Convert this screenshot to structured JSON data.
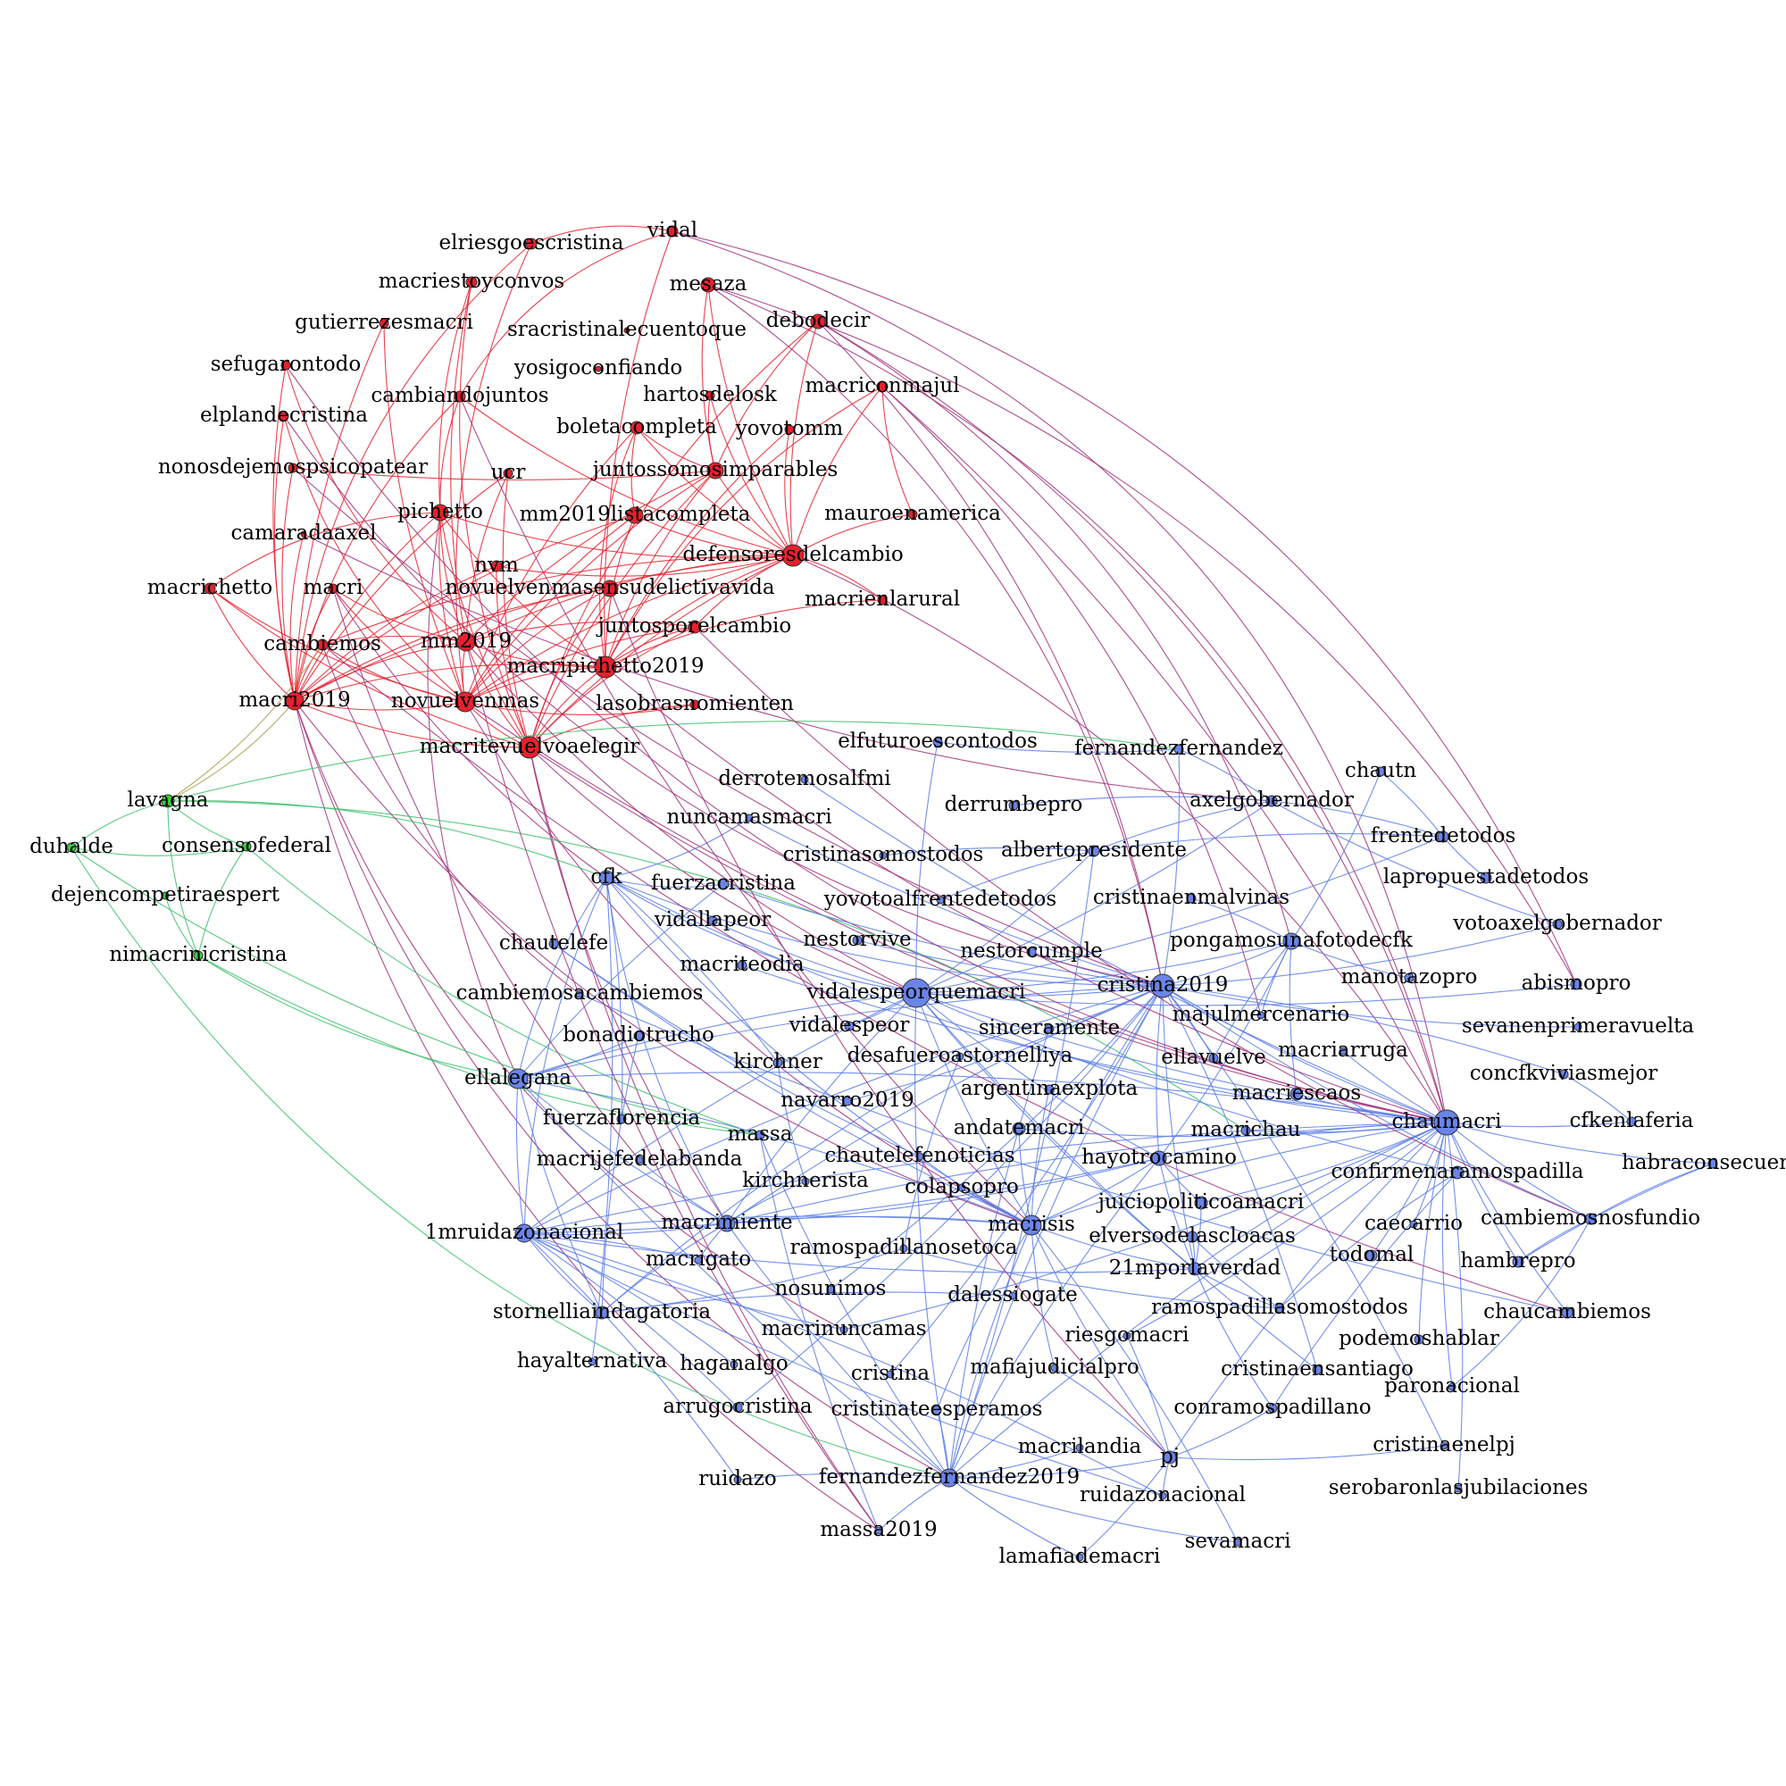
{
  "colors": {
    "red": "#e8202d",
    "blue": "#6a84e8",
    "green": "#40c940",
    "edge_red": "#e8202d",
    "edge_blue": "#5b7ce6",
    "edge_green": "#3cbf6a",
    "edge_purple": "#a0307a"
  },
  "graph": {
    "nodes": [
      {
        "id": "vidal",
        "label": "vidal",
        "group": "red"
      },
      {
        "id": "elriesgoescristina",
        "label": "elriesgoescristina",
        "group": "red"
      },
      {
        "id": "macriestoyconvos",
        "label": "macriestoyconvos",
        "group": "red"
      },
      {
        "id": "mesaza",
        "label": "mesaza",
        "group": "red"
      },
      {
        "id": "gutierrezesmacri",
        "label": "gutierrezesmacri",
        "group": "red"
      },
      {
        "id": "sracristinalecuentoque",
        "label": "sracristinalecuentoque",
        "group": "red"
      },
      {
        "id": "debodecir",
        "label": "debodecir",
        "group": "red"
      },
      {
        "id": "sefugarontodo",
        "label": "sefugarontodo",
        "group": "red"
      },
      {
        "id": "yosigoconfiando",
        "label": "yosigoconfiando",
        "group": "red"
      },
      {
        "id": "macriconmajul",
        "label": "macriconmajul",
        "group": "red"
      },
      {
        "id": "cambiandojuntos",
        "label": "cambiandojuntos",
        "group": "red"
      },
      {
        "id": "hartosdelosk",
        "label": "hartosdelosk",
        "group": "red"
      },
      {
        "id": "elplandecristina",
        "label": "elplandecristina",
        "group": "red"
      },
      {
        "id": "boletacompleta",
        "label": "boletacompleta",
        "group": "red"
      },
      {
        "id": "yovotomm",
        "label": "yovotomm",
        "group": "red"
      },
      {
        "id": "nonosdejemospsicopatear",
        "label": "nonosdejemospsicopatear",
        "group": "red"
      },
      {
        "id": "juntossomosimparables",
        "label": "juntossomosimparables",
        "group": "red"
      },
      {
        "id": "ucr",
        "label": "ucr",
        "group": "red"
      },
      {
        "id": "pichetto",
        "label": "pichetto",
        "group": "red"
      },
      {
        "id": "mm2019listacompleta",
        "label": "mm2019listacompleta",
        "group": "red"
      },
      {
        "id": "mauroenamerica",
        "label": "mauroenamerica",
        "group": "red"
      },
      {
        "id": "camaradaaxel",
        "label": "camaradaaxel",
        "group": "red"
      },
      {
        "id": "defensoresdelcambio",
        "label": "defensoresdelcambio",
        "group": "red"
      },
      {
        "id": "nvm",
        "label": "nvm",
        "group": "red"
      },
      {
        "id": "macrichetto",
        "label": "macrichetto",
        "group": "red"
      },
      {
        "id": "macri",
        "label": "macri",
        "group": "red"
      },
      {
        "id": "novuelvenmasensudelictivavida",
        "label": "novuelvenmasensudelictivavida",
        "group": "red"
      },
      {
        "id": "macrienlarural",
        "label": "macrienlarural",
        "group": "red"
      },
      {
        "id": "juntosporelcambio",
        "label": "juntosporelcambio",
        "group": "red"
      },
      {
        "id": "mm2019",
        "label": "mm2019",
        "group": "red"
      },
      {
        "id": "cambiemos",
        "label": "cambiemos",
        "group": "red"
      },
      {
        "id": "macripichetto2019",
        "label": "macripichetto2019",
        "group": "red"
      },
      {
        "id": "macri2019",
        "label": "macri2019",
        "group": "red"
      },
      {
        "id": "novuelvenmas",
        "label": "novuelvenmas",
        "group": "red"
      },
      {
        "id": "lasobrasnomienten",
        "label": "lasobrasnomienten",
        "group": "red"
      },
      {
        "id": "macritevuelvoaelegir",
        "label": "macritevuelvoaelegir",
        "group": "red"
      },
      {
        "id": "lavagna",
        "label": "lavagna",
        "group": "green"
      },
      {
        "id": "duhalde",
        "label": "duhalde",
        "group": "green"
      },
      {
        "id": "consensofederal",
        "label": "consensofederal",
        "group": "green"
      },
      {
        "id": "dejencompetiraespert",
        "label": "dejencompetiraespert",
        "group": "green"
      },
      {
        "id": "nimacrinicristina",
        "label": "nimacrinicristina",
        "group": "green"
      },
      {
        "id": "elfuturoescontodos",
        "label": "elfuturoescontodos",
        "group": "blue"
      },
      {
        "id": "fernandezfernandez",
        "label": "fernandezfernandez",
        "group": "blue"
      },
      {
        "id": "chautn",
        "label": "chautn",
        "group": "blue"
      },
      {
        "id": "derrotemosalfmi",
        "label": "derrotemosalfmi",
        "group": "blue"
      },
      {
        "id": "derrumbepro",
        "label": "derrumbepro",
        "group": "blue"
      },
      {
        "id": "axelgobernador",
        "label": "axelgobernador",
        "group": "blue"
      },
      {
        "id": "nuncamasmacri",
        "label": "nuncamasmacri",
        "group": "blue"
      },
      {
        "id": "frentedetodos",
        "label": "frentedetodos",
        "group": "blue"
      },
      {
        "id": "albertopresidente",
        "label": "albertopresidente",
        "group": "blue"
      },
      {
        "id": "cristinasomostodos",
        "label": "cristinasomostodos",
        "group": "blue"
      },
      {
        "id": "lapropuestadetodos",
        "label": "lapropuestadetodos",
        "group": "blue"
      },
      {
        "id": "cfk",
        "label": "cfk",
        "group": "blue"
      },
      {
        "id": "fuerzacristina",
        "label": "fuerzacristina",
        "group": "blue"
      },
      {
        "id": "yovotoalfrentedetodos",
        "label": "yovotoalfrentedetodos",
        "group": "blue"
      },
      {
        "id": "cristinaenmalvinas",
        "label": "cristinaenmalvinas",
        "group": "blue"
      },
      {
        "id": "vidallapeor",
        "label": "vidallapeor",
        "group": "blue"
      },
      {
        "id": "votoaxelgobernador",
        "label": "votoaxelgobernador",
        "group": "blue"
      },
      {
        "id": "chautelefe",
        "label": "chautelefe",
        "group": "blue"
      },
      {
        "id": "nestorvive",
        "label": "nestorvive",
        "group": "blue"
      },
      {
        "id": "pongamosunafotodecfk",
        "label": "pongamosunafotodecfk",
        "group": "blue"
      },
      {
        "id": "nestorcumple",
        "label": "nestorcumple",
        "group": "blue"
      },
      {
        "id": "macriteodia",
        "label": "macriteodia",
        "group": "blue"
      },
      {
        "id": "manotazopro",
        "label": "manotazopro",
        "group": "blue"
      },
      {
        "id": "abismopro",
        "label": "abismopro",
        "group": "blue"
      },
      {
        "id": "vidalespeorquemacri",
        "label": "vidalespeorquemacri",
        "group": "blue"
      },
      {
        "id": "cristina2019",
        "label": "cristina2019",
        "group": "blue"
      },
      {
        "id": "cambiemosacambiemos",
        "label": "cambiemosacambiemos",
        "group": "blue"
      },
      {
        "id": "majulmercenario",
        "label": "majulmercenario",
        "group": "blue"
      },
      {
        "id": "sevanenprimeravuelta",
        "label": "sevanenprimeravuelta",
        "group": "blue"
      },
      {
        "id": "vidalespeor",
        "label": "vidalespeor",
        "group": "blue"
      },
      {
        "id": "sinceramente",
        "label": "sinceramente",
        "group": "blue"
      },
      {
        "id": "bonadiotrucho",
        "label": "bonadiotrucho",
        "group": "blue"
      },
      {
        "id": "macriarruga",
        "label": "macriarruga",
        "group": "blue"
      },
      {
        "id": "desafueroastornelliya",
        "label": "desafueroastornelliya",
        "group": "blue"
      },
      {
        "id": "ellavuelve",
        "label": "ellavuelve",
        "group": "blue"
      },
      {
        "id": "kirchner",
        "label": "kirchner",
        "group": "blue"
      },
      {
        "id": "concfkviviasmejor",
        "label": "concfkviviasmejor",
        "group": "blue"
      },
      {
        "id": "ellalegana",
        "label": "ellalegana",
        "group": "blue"
      },
      {
        "id": "argentinaexplota",
        "label": "argentinaexplota",
        "group": "blue"
      },
      {
        "id": "navarro2019",
        "label": "navarro2019",
        "group": "blue"
      },
      {
        "id": "macriescaos",
        "label": "macriescaos",
        "group": "blue"
      },
      {
        "id": "fuerzaflorencia",
        "label": "fuerzaflorencia",
        "group": "blue"
      },
      {
        "id": "chaumacri",
        "label": "chaumacri",
        "group": "blue"
      },
      {
        "id": "cfkenlaferia",
        "label": "cfkenlaferia",
        "group": "blue"
      },
      {
        "id": "massa",
        "label": "massa",
        "group": "blue"
      },
      {
        "id": "andatemacri",
        "label": "andatemacri",
        "group": "blue"
      },
      {
        "id": "macrichau",
        "label": "macrichau",
        "group": "blue"
      },
      {
        "id": "habraconsecuencias",
        "label": "habraconsecuenc",
        "group": "blue"
      },
      {
        "id": "macrijefedelabanda",
        "label": "macrijefedelabanda",
        "group": "blue"
      },
      {
        "id": "chautelefenoticias",
        "label": "chautelefenoticias",
        "group": "blue"
      },
      {
        "id": "hayotrocamino",
        "label": "hayotrocamino",
        "group": "blue"
      },
      {
        "id": "confirmenaramospadilla",
        "label": "confirmenaramospadilla",
        "group": "blue"
      },
      {
        "id": "kirchnerista",
        "label": "kirchnerista",
        "group": "blue"
      },
      {
        "id": "colapsopro",
        "label": "colapsopro",
        "group": "blue"
      },
      {
        "id": "juiciopoliticoamacri",
        "label": "juiciopoliticoamacri",
        "group": "blue"
      },
      {
        "id": "1mruidazonacional",
        "label": "1mruidazonacional",
        "group": "blue"
      },
      {
        "id": "macrimiente",
        "label": "macrimiente",
        "group": "blue"
      },
      {
        "id": "macrisis",
        "label": "macrisis",
        "group": "blue"
      },
      {
        "id": "caecarrio",
        "label": "caecarrio",
        "group": "blue"
      },
      {
        "id": "cambiemosnosfundio",
        "label": "cambiemosnosfundio",
        "group": "blue"
      },
      {
        "id": "elversodelascloacas",
        "label": "elversodelascloacas",
        "group": "blue"
      },
      {
        "id": "ramospadillanosetoca",
        "label": "ramospadillanosetoca",
        "group": "blue"
      },
      {
        "id": "todomal",
        "label": "todomal",
        "group": "blue"
      },
      {
        "id": "hambrepro",
        "label": "hambrepro",
        "group": "blue"
      },
      {
        "id": "macrigato",
        "label": "macrigato",
        "group": "blue"
      },
      {
        "id": "21mporlaverdad",
        "label": "21mporlaverdad",
        "group": "blue"
      },
      {
        "id": "nosunimos",
        "label": "nosunimos",
        "group": "blue"
      },
      {
        "id": "dalessiogate",
        "label": "dalessiogate",
        "group": "blue"
      },
      {
        "id": "ramospadillasomostodos",
        "label": "ramospadillasomostodos",
        "group": "blue"
      },
      {
        "id": "chaucambiemos",
        "label": "chaucambiemos",
        "group": "blue"
      },
      {
        "id": "stornelliaindagatoria",
        "label": "stornelliaindagatoria",
        "group": "blue"
      },
      {
        "id": "macrinuncamas",
        "label": "macrinuncamas",
        "group": "blue"
      },
      {
        "id": "riesgomacri",
        "label": "riesgomacri",
        "group": "blue"
      },
      {
        "id": "podemoshablar",
        "label": "podemoshablar",
        "group": "blue"
      },
      {
        "id": "hayalternativa",
        "label": "hayalternativa",
        "group": "blue"
      },
      {
        "id": "haganalgo",
        "label": "haganalgo",
        "group": "blue"
      },
      {
        "id": "mafiajudicialpro",
        "label": "mafiajudicialpro",
        "group": "blue"
      },
      {
        "id": "cristinaensantiago",
        "label": "cristinaensantiago",
        "group": "blue"
      },
      {
        "id": "cristina",
        "label": "cristina",
        "group": "blue"
      },
      {
        "id": "paronacional",
        "label": "paronacional",
        "group": "blue"
      },
      {
        "id": "arrugocristina",
        "label": "arrugocristina",
        "group": "blue"
      },
      {
        "id": "cristinateesperamos",
        "label": "cristinateesperamos",
        "group": "blue"
      },
      {
        "id": "conramospadillano",
        "label": "conramospadillano",
        "group": "blue"
      },
      {
        "id": "macrilandia",
        "label": "macrilandia",
        "group": "blue"
      },
      {
        "id": "cristinaenelpj",
        "label": "cristinaenelpj",
        "group": "blue"
      },
      {
        "id": "pj",
        "label": "pj",
        "group": "blue"
      },
      {
        "id": "ruidazo",
        "label": "ruidazo",
        "group": "blue"
      },
      {
        "id": "fernandezfernandez2019",
        "label": "fernandezfernandez2019",
        "group": "blue"
      },
      {
        "id": "ruidazonacional",
        "label": "ruidazonacional",
        "group": "blue"
      },
      {
        "id": "serobaronlasjubilaciones",
        "label": "serobaronlasjubilaciones",
        "group": "blue"
      },
      {
        "id": "massa2019",
        "label": "massa2019",
        "group": "blue"
      },
      {
        "id": "sevamacri",
        "label": "sevamacri",
        "group": "blue"
      },
      {
        "id": "lamafiademacri",
        "label": "lamafiademacri",
        "group": "blue"
      }
    ]
  }
}
